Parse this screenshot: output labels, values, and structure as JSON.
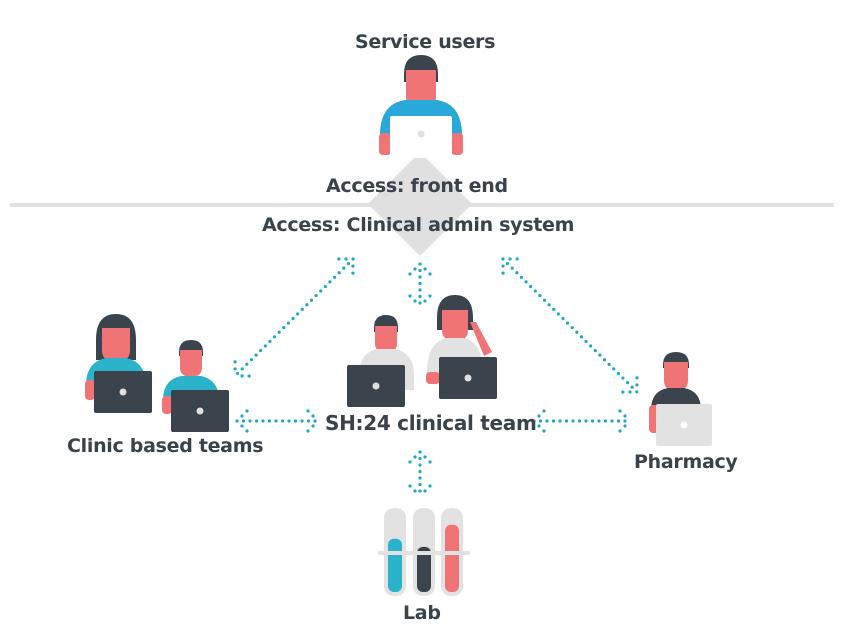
{
  "title": "SH:24 service access diagram",
  "colors": {
    "dark": "#3b434c",
    "skin": "#f07476",
    "teal": "#2bb3cc",
    "blue": "#29a8da",
    "light_gray": "#e2e2e2",
    "arrow": "#1fa7c9",
    "text": "#3a424b"
  },
  "labels": {
    "service_users": "Service users",
    "access_front_end": "Access: front end",
    "access_clinical_admin": "Access: Clinical admin system",
    "clinic_teams": "Clinic based teams",
    "clinical_team": "SH:24 clinical team",
    "pharmacy": "Pharmacy",
    "lab": "Lab"
  },
  "nodes": [
    {
      "id": "service-users",
      "label_key": "service_users"
    },
    {
      "id": "access-gateway",
      "label_key": "access_clinical_admin"
    },
    {
      "id": "clinic-teams",
      "label_key": "clinic_teams"
    },
    {
      "id": "clinical-team",
      "label_key": "clinical_team"
    },
    {
      "id": "pharmacy",
      "label_key": "pharmacy"
    },
    {
      "id": "lab",
      "label_key": "lab"
    }
  ],
  "connections": [
    {
      "from": "access-gateway",
      "to": "clinic-teams",
      "style": "dotted-bidirectional"
    },
    {
      "from": "access-gateway",
      "to": "clinical-team",
      "style": "dotted-bidirectional"
    },
    {
      "from": "access-gateway",
      "to": "pharmacy",
      "style": "dotted-bidirectional"
    },
    {
      "from": "clinic-teams",
      "to": "clinical-team",
      "style": "dotted-bidirectional"
    },
    {
      "from": "clinical-team",
      "to": "pharmacy",
      "style": "dotted-bidirectional"
    },
    {
      "from": "clinical-team",
      "to": "lab",
      "style": "dotted-bidirectional"
    }
  ],
  "lab_tubes": [
    {
      "name": "tube-teal",
      "fill_fraction": 0.65
    },
    {
      "name": "tube-dark",
      "fill_fraction": 0.55
    },
    {
      "name": "tube-coral",
      "fill_fraction": 0.82
    }
  ]
}
